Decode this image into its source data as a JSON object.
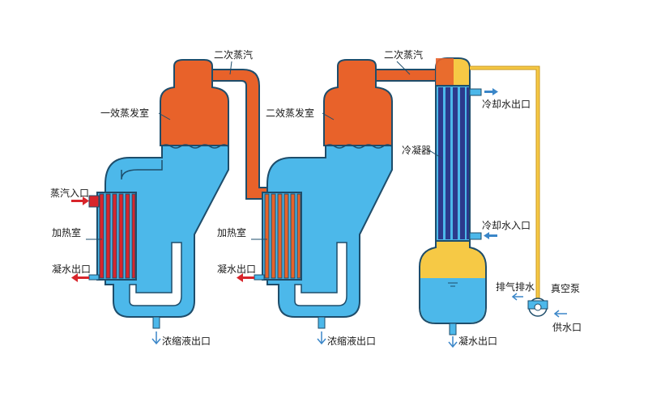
{
  "colors": {
    "steam": "#e8622a",
    "liquid": "#4cb8ea",
    "outline": "#1e4d6b",
    "heating_tube": "#d8252b",
    "condenser_tube": "#2c3a8c",
    "vacuum_line": "#f6c945",
    "arrow_red": "#d8252b",
    "arrow_blue": "#3a86c8"
  },
  "labels": {
    "secondary_steam_1": "二次蒸汽",
    "secondary_steam_2": "二次蒸汽",
    "first_effect_chamber": "一效蒸发室",
    "second_effect_chamber": "二效蒸发室",
    "steam_inlet": "蒸汽入口",
    "heating_chamber_1": "加热室",
    "heating_chamber_2": "加热室",
    "condensate_outlet_1": "凝水出口",
    "condensate_outlet_2": "凝水出口",
    "concentrate_outlet_1": "浓缩液出口",
    "concentrate_outlet_2": "浓缩液出口",
    "condenser": "冷凝器",
    "cooling_water_outlet": "冷却水出口",
    "cooling_water_inlet": "冷却水入口",
    "exhaust_drain": "排气排水",
    "vacuum_pump": "真空泵",
    "water_supply_inlet": "供水口",
    "condensate_water_outlet": "凝水出口"
  }
}
